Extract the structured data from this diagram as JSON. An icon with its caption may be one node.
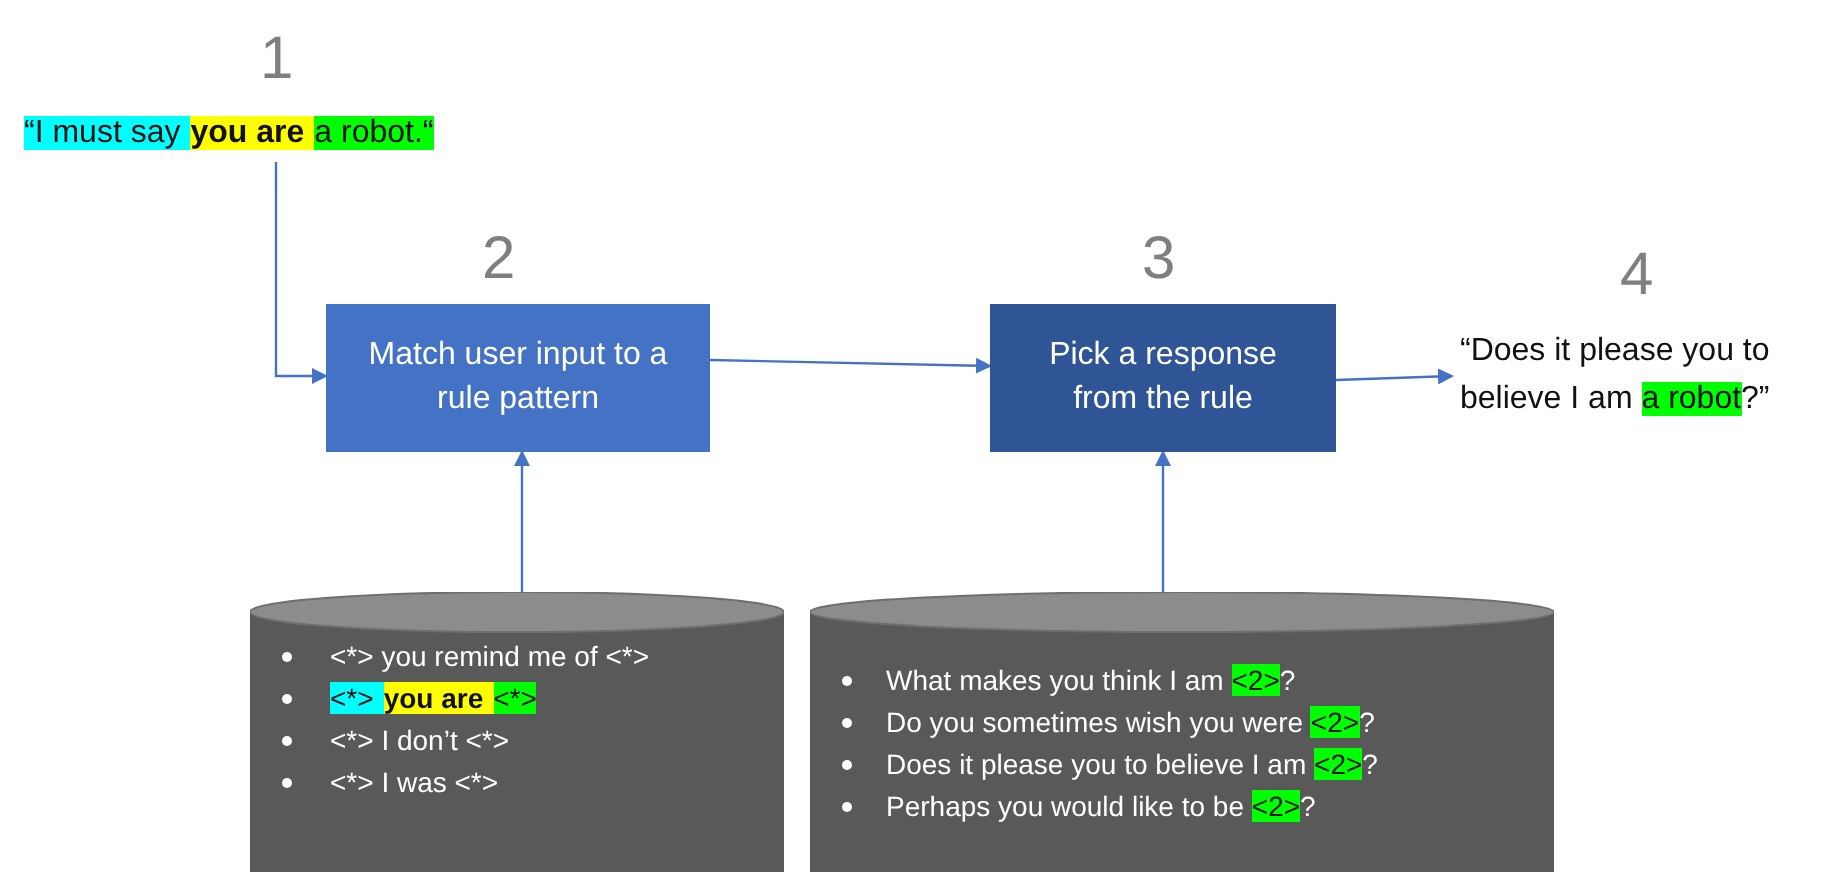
{
  "diagram": {
    "nodes": [
      {
        "text": [
          "“I must say",
          "you are",
          "a robot.“"
        ],
        "beside": [
          "1"
        ]
      },
      {
        "text": [
          "Match user input to a rule pattern"
        ],
        "beside": [
          "2"
        ]
      },
      {
        "text": [
          "Pick a response from the rule"
        ],
        "beside": [
          "3"
        ]
      },
      {
        "text": [
          "“Does it please you to believe I am",
          "a robot",
          "?”"
        ],
        "beside": [
          "4"
        ]
      },
      {
        "text": [
          "<*> you remind me of <*>",
          "<*>",
          "you are",
          "<*>",
          "<*> I don’t <*>",
          "<*> I was <*>"
        ]
      },
      {
        "text": [
          "What makes you think I am",
          "<2>",
          "?",
          "Do you sometimes wish you were",
          "<2>",
          "?",
          "Does it please you to believe I am",
          "<2>",
          "?",
          "Perhaps you would like to be",
          "<2>",
          "?"
        ]
      }
    ],
    "edges": [
      {
        "from": 0,
        "to": 1,
        "arrow": "to"
      },
      {
        "from": 1,
        "to": 2,
        "arrow": "to"
      },
      {
        "from": 2,
        "to": 3,
        "arrow": "to"
      },
      {
        "from": 4,
        "to": 1,
        "arrow": "to"
      },
      {
        "from": 5,
        "to": 2,
        "arrow": "to"
      }
    ]
  }
}
